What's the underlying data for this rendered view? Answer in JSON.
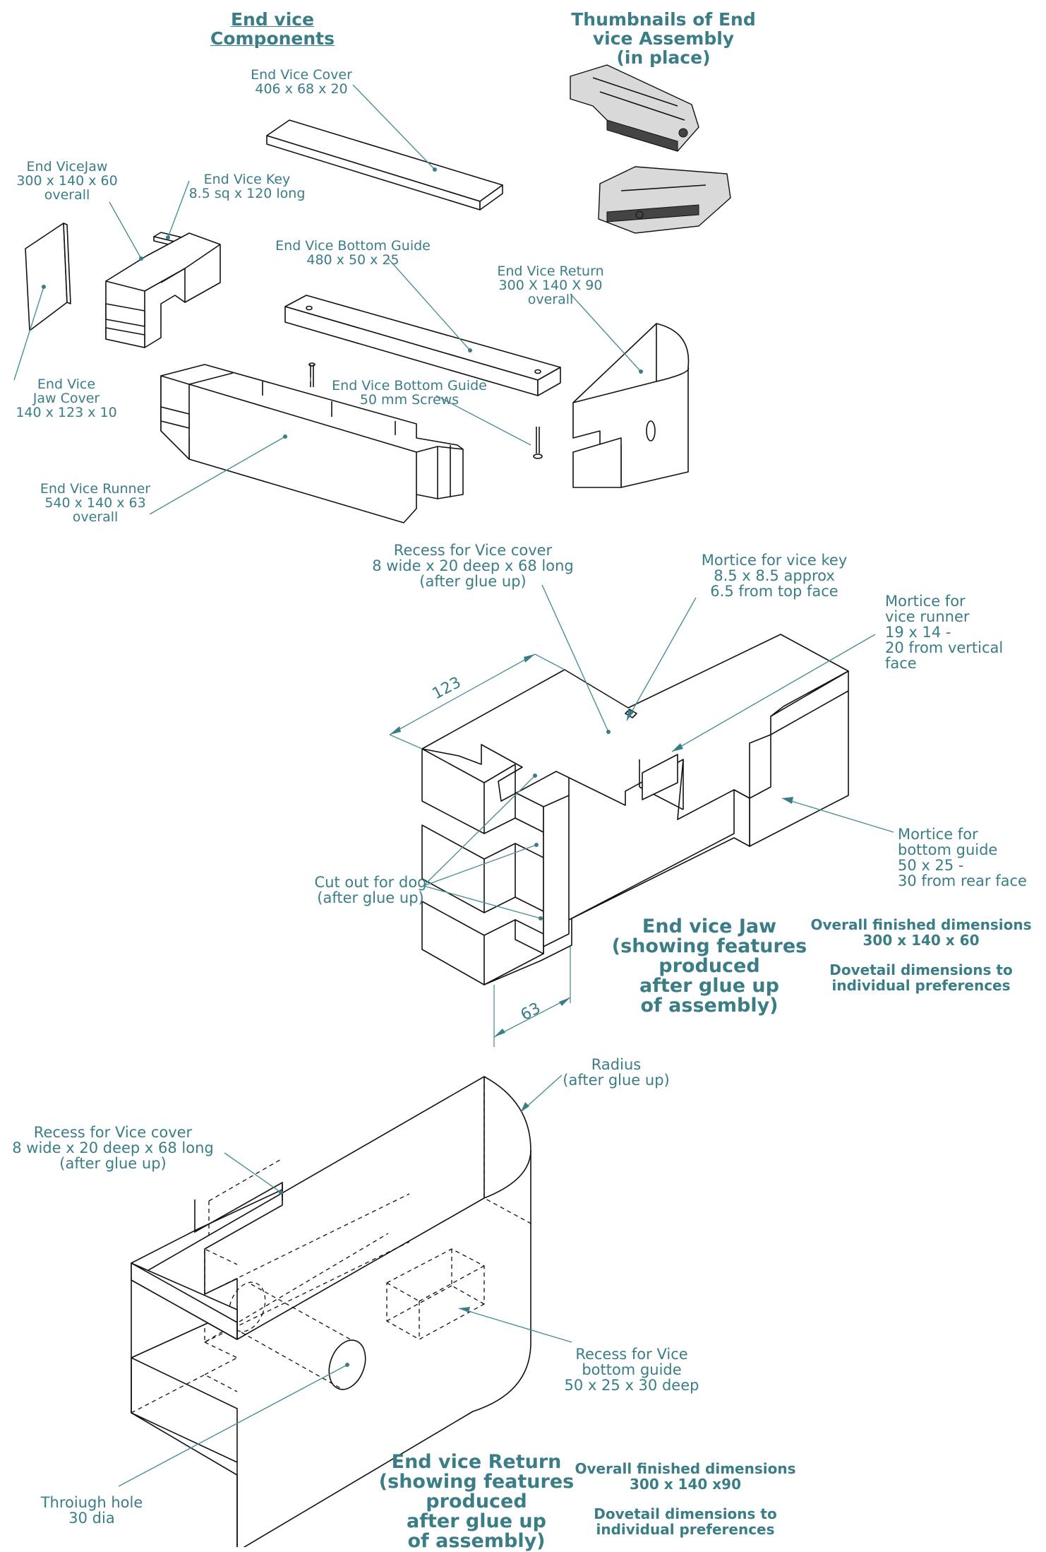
{
  "headers": {
    "components": "End vice Components",
    "thumbnails": "Thumbnails of End\nvice Assembly\n(in place)"
  },
  "components": {
    "cover": "End Vice Cover\n406 x 68 x 20",
    "jaw": "End ViceJaw\n300 x 140 x 60\noverall",
    "key": "End Vice Key\n8.5 sq x 120 long",
    "bottom_guide": "End Vice Bottom Guide\n480 x 50 x 25",
    "return": "End Vice Return\n300 X 140 X 90\noverall",
    "jaw_cover": "End Vice\nJaw Cover\n140 x 123 x 10",
    "screws": "End Vice Bottom Guide\n50 mm Screws",
    "runner": "End Vice Runner\n540 x 140 x 63\noverall"
  },
  "jaw_detail": {
    "recess": "Recess for Vice cover\n8 wide x 20 deep x 68 long\n(after glue up)",
    "mortice_key": "Mortice for vice key\n8.5 x 8.5 approx\n6.5 from top face",
    "mortice_runner": "Mortice for\nvice runner\n19 x 14 -\n20 from vertical\nface",
    "mortice_guide": "Mortice for\nbottom guide\n50 x 25 -\n30 from rear face",
    "dog_cutout": "Cut out for dog\n(after glue up)",
    "dim_123": "123",
    "dim_63": "63",
    "title": "End vice Jaw\n(showing features\nproduced\nafter glue up\nof assembly)",
    "overall": "Overall finished dimensions\n300 x 140 x 60",
    "dovetail": "Dovetail dimensions to\nindividual preferences"
  },
  "return_detail": {
    "radius": "Radius\n(after glue up)",
    "recess": "Recess for Vice cover\n8 wide x 20 deep x 68 long\n(after glue up)",
    "recess_guide": "Recess for Vice\nbottom guide\n50 x 25 x 30 deep",
    "hole": "Throiugh hole\n30 dia",
    "title": "End vice Return\n(showing features\nproduced\nafter glue up\nof assembly)",
    "overall": "Overall finished dimensions\n300 x 140 x90",
    "dovetail": "Dovetail dimensions to\nindividual preferences"
  }
}
